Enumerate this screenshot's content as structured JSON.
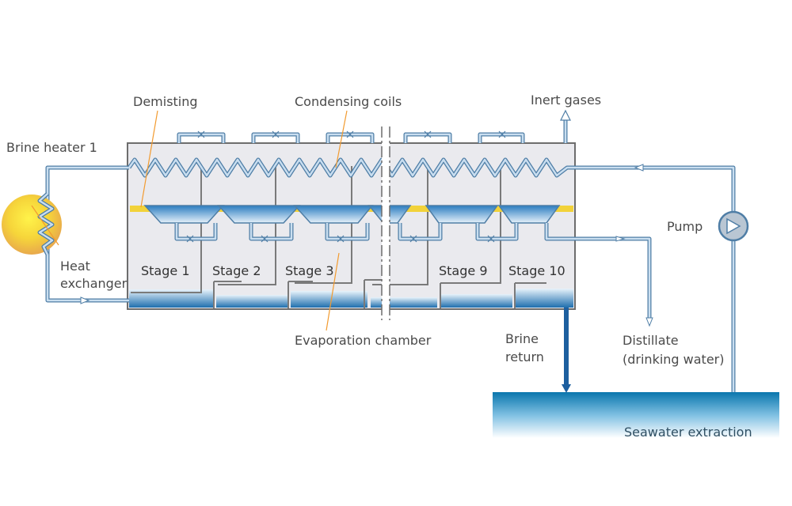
{
  "diagram": {
    "labels": {
      "demisting": "Demisting",
      "condensing_coils": "Condensing coils",
      "inert_gases": "Inert gases",
      "brine_heater": "Brine heater 1",
      "heat": "Heat",
      "exchanger": "exchanger",
      "pump": "Pump",
      "evaporation_chamber": "Evaporation chamber",
      "brine": "Brine",
      "return": "return",
      "distillate": "Distillate",
      "drinking_water": "(drinking water)",
      "seawater_extraction": "Seawater extraction"
    },
    "stages": [
      "Stage 1",
      "Stage 2",
      "Stage 3",
      "Stage 9",
      "Stage 10"
    ]
  }
}
